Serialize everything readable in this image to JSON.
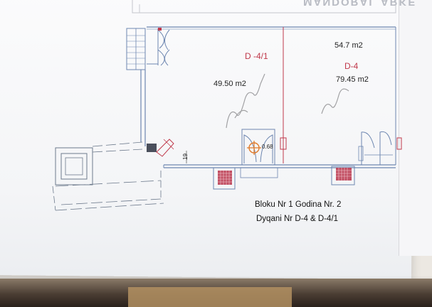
{
  "header": {
    "ghost_text": "MANDORAL ARKE"
  },
  "units": {
    "left": {
      "label": "D -4/1",
      "area": "49.50 m2"
    },
    "right": {
      "label": "D-4",
      "area_top": "54.7 m2",
      "area": "79.45 m2"
    }
  },
  "annotations": {
    "door_value": "0.68",
    "wall_dim": "19"
  },
  "caption": {
    "line1": "Bloku Nr 1 Godina Nr. 2",
    "line2": "Dyqani Nr D-4  & D-4/1"
  },
  "colors": {
    "wall_blue": "#6d86b0",
    "red_label": "#c0394b",
    "column_red": "#b8324a",
    "sign_orange": "#e07a2a"
  }
}
